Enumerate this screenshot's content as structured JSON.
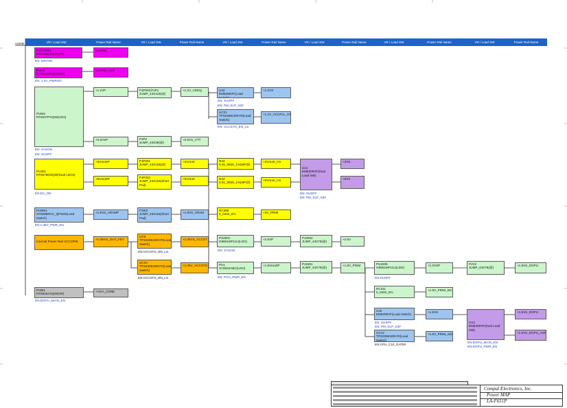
{
  "input_rail": "+19VB",
  "header": [
    "VR / Load SW",
    "Power Rail Name",
    "VR / Load SW",
    "Power Rail Name",
    "VR / Load SW",
    "Power Rail Name",
    "VR / Load SW",
    "Power Rail Name",
    "VR / Load SW",
    "Power Rail Name",
    "VR / Load SW",
    "Power Rail Name"
  ],
  "colors": {
    "magenta": "#ee00ee",
    "green": "#ccf5cc",
    "yellow": "#ffff00",
    "blue": "#9ec5ef",
    "orange": "#ffb800",
    "gray": "#c0c0c0",
    "purple": "#c39be8",
    "header": "#1b63c9"
  },
  "blocks": {
    "pvr1": "PVCORE1\nRT8166DGQW(VR)",
    "vcore": "VCORE",
    "pvr2": "PVR2\nRT6644MGQW(VR)",
    "vcore_ax": "VCORE_AUX",
    "pu4": "PUM4\nRT8207PGQW(LDO)",
    "r12vp": "+1.2VP",
    "pjp1": "PJP901/PJP1\nJUMP_43X118(@)",
    "v12vddq": "+1.2V_VDDQ",
    "u42a": "U42\nEM5209VF(Load Switch)",
    "v12vs": "+1.2VS",
    "uc21": "UC21\nTPS22961DNYR(Load Switch)",
    "v12vccpll": "+1.2V_VCCPLL_OC",
    "r06vsp": "+0.6VSP",
    "pjp2": "PJP2\nJUMP_43X39(@)",
    "v06vtt": "+0.6VS_VTT",
    "pu3": "PU301\nRT6575DGQW(Dual LDOs)",
    "r3valwp_a": "+3VALWP",
    "pjp301": "PJP301\nJUMP_43X118(@)",
    "v3valw": "+3VALW",
    "r44": "R44\n0.01_0805_1%(MP@)",
    "v3valw_vs": "+3VALW_VS",
    "u13": "U13\nEM5209VF(Dual Load SW)",
    "v3vs": "+3VS",
    "r5valwp": "+5VALWP",
    "pjp302": "PJP302\nJUMP_43X118(Short Pad)",
    "v5valw": "+5VALW",
    "r43": "R43\n0.01_0805_1%(MP@)",
    "v5valw_vs": "+5VALW_VS",
    "v5vs": "+5VS",
    "pu8": "PU8W1\nSY8288RAC_QFN20(Load Switch)",
    "r18vvramp": "+1.8VS_VRAMP",
    "pjw2": "PJW2\nJUMP_43X118(Short Pad)",
    "v18vvram": "+1.8VS_VRAM",
    "rc385": "RC385\n0_0402_5%",
    "v3vprim": "+3V_PRIM",
    "ipr": "Internal Power Rail VCC1P05",
    "v105vout": "+1.05VO_OUT_FET",
    "uc9": "UC9\nTPS22961DNYR(Load Switch)",
    "v105vccst": "+1.05VS_VCCST",
    "ps2501": "PS2501\nG9661MF11U(LDO)",
    "r25vp": "+2.5VP",
    "pj2502": "PJ2502\nJUMP_43X79(@)",
    "v25v": "+2.5V",
    "uc10": "UC10\nTPS22961DNYR(Load Switch)",
    "v105vccstg": "+1.05V_VCCSTG",
    "pu1": "PU1\nSY8032ABC(LDO)",
    "r18valwp": "+1.8VALWP",
    "pj1801": "PJ1801\nJUMP_43X79(@)",
    "v18vprim": "+1.8V_PRIM",
    "pu1005": "PU1005\nG9661MF11U(LDO)",
    "r10vsp": "+1.0VSP",
    "pjv2": "PJV2\nJUMP_43X79(@)",
    "v18vsdgpu": "+1.8VS_DGPU",
    "rc311": "RC311\n0_0402_5%",
    "v18vprimmcp": "+1.8V_PRIM_MCP",
    "u42b": "U42\nEM5209VF(Load Switch)",
    "v18vs": "+1.8VS",
    "uv2": "UV2\nEM5209VF(Dual Load SW)",
    "v18vsdgpu2": "+1.8VS_DGPU",
    "uc12": "UC12\nTPS22961DNYR(Load Switch)",
    "v18vprimsoc": "+1.8V_PRIM_SOC",
    "v18vsdgpuaon": "+1.8VS_DGPU_AON",
    "pum1": "PUM1\nRT8816AGQW(VR)",
    "vgacore": "+VGA_CORE"
  },
  "enables": {
    "drvon": "EN: DRVON",
    "pwrgd": "EN: 1.0V_PWRGD",
    "sysin": "EN: SYSON",
    "susp": "EN: SUSP#",
    "susp2": "EN: SUSP#",
    "phsusp": "EN: PM_SLP_S3#",
    "vccstg": "EN: VCCSTG_EN_LS",
    "econ": "EN:EC_ON",
    "susp3": "EN: SUSP#",
    "phsusp2": "EN: PM_SLP_S3#",
    "pwren": "EN:1.35V_PWR_EN",
    "vccst2": "EN:VCCSTG_EN_LS",
    "vccst3": "EN:VCCSTG_EN_LS",
    "syson2": "EN: SYSON",
    "pchpwr": "EN: PCH_PWR_EN",
    "susp4": "EN:SUSP#",
    "susp5": "EN: SUSP#",
    "phsusp3": "EN: PM_SLP_S3#",
    "cpugate": "EN:CPU_C10_GATE#",
    "dgpumain": "EN:DGPU_MAIN_EN",
    "dgpumain2": "EN:DGPU_MAIN_EN",
    "dgpupwr": "EN:DGPU_PWR_EN"
  },
  "title_block": {
    "company": "Compal Electronics, Inc.",
    "title": "Power MAP",
    "model": "LA-F651P"
  }
}
